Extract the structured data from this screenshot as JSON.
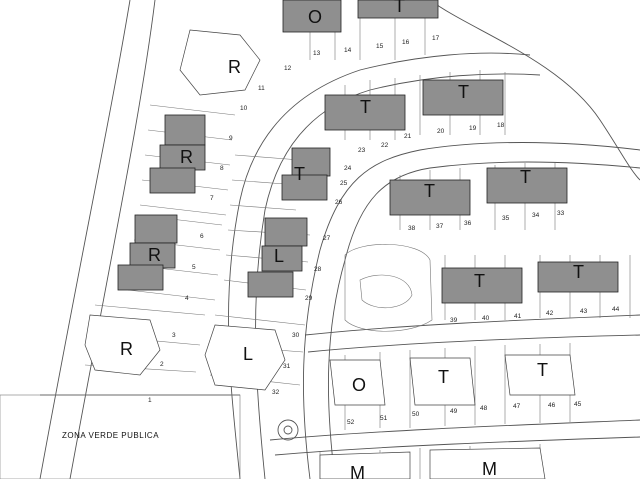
{
  "zone_label": "ZONA VERDE PUBLICA",
  "type_labels": [
    "O",
    "T",
    "R",
    "R",
    "T",
    "T",
    "R",
    "T",
    "T",
    "T",
    "T",
    "L",
    "T",
    "T",
    "R",
    "L",
    "O",
    "T",
    "T",
    "M",
    "M"
  ],
  "lot_numbers": [
    "1",
    "2",
    "3",
    "4",
    "5",
    "6",
    "7",
    "8",
    "9",
    "10",
    "11",
    "12",
    "13",
    "14",
    "15",
    "16",
    "17",
    "18",
    "19",
    "20",
    "21",
    "22",
    "23",
    "24",
    "25",
    "26",
    "27",
    "28",
    "29",
    "30",
    "31",
    "32",
    "33",
    "34",
    "35",
    "36",
    "37",
    "38",
    "39",
    "40",
    "41",
    "42",
    "43",
    "44",
    "45",
    "46",
    "47",
    "48",
    "49",
    "50",
    "51",
    "52"
  ],
  "colors": {
    "shaded_building": "#8f8f8f",
    "lines": "#555555",
    "background": "#ffffff"
  }
}
